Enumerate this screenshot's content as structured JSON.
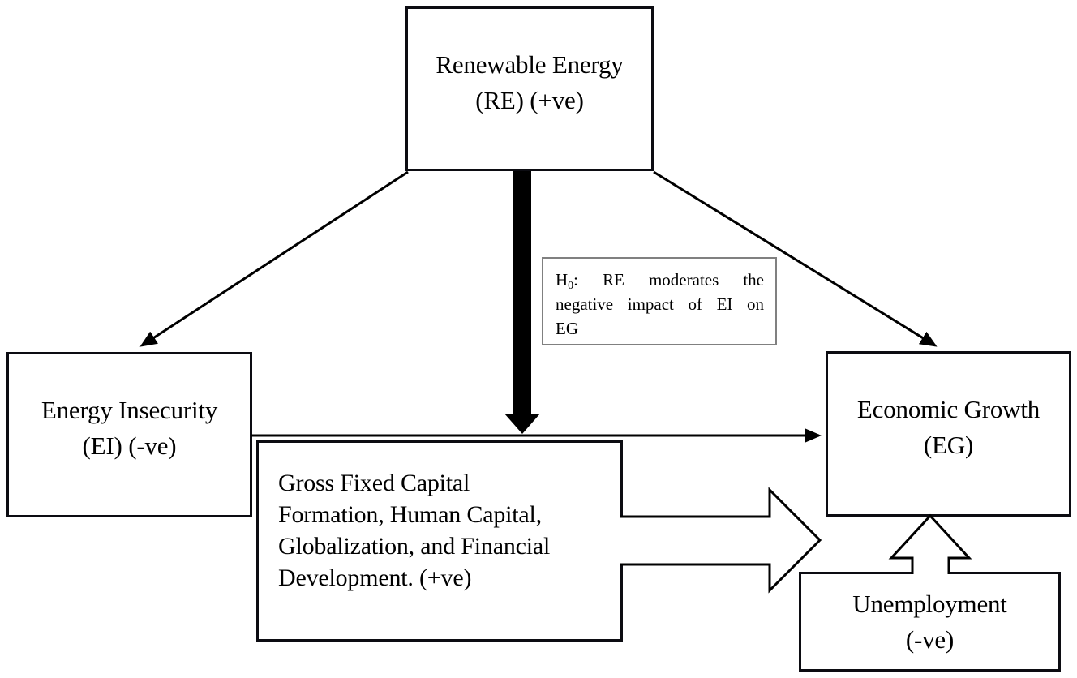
{
  "figure": {
    "background": "#ffffff",
    "box_border_color": "#0c0c12",
    "hypothesis_border_color": "#808080",
    "arrow_color": "#000000",
    "nodes": {
      "renewable_energy": {
        "lines": [
          "Renewable Energy",
          "(RE) (+ve)"
        ]
      },
      "energy_insecurity": {
        "lines": [
          "Energy Insecurity",
          "(EI) (-ve)"
        ]
      },
      "economic_growth": {
        "lines": [
          "Economic Growth",
          "(EG)"
        ]
      },
      "control_variables": {
        "lines": [
          "Gross Fixed Capital",
          "Formation, Human Capital,",
          "Globalization, and Financial",
          "Development. (+ve)"
        ]
      },
      "unemployment": {
        "lines": [
          "Unemployment",
          "(-ve)"
        ]
      },
      "hypothesis": {
        "prefix": "H",
        "subscript": "0",
        "line1_rest": ": RE moderates the",
        "line2": "negative impact of EI on",
        "line3": "EG"
      }
    }
  }
}
